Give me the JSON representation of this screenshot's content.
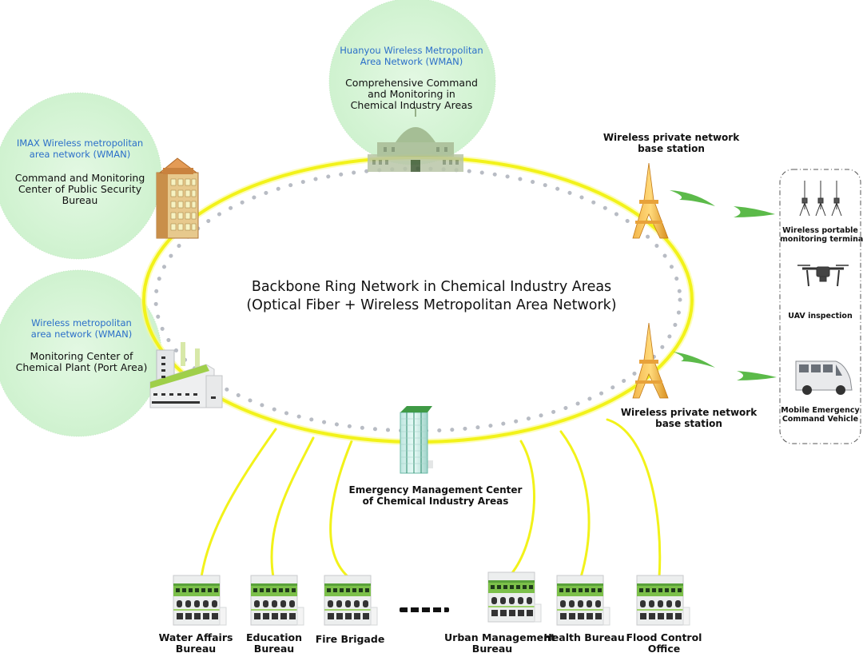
{
  "diagram": {
    "title_line1": "Backbone Ring Network in Chemical Industry Areas",
    "title_line2": "(Optical Fiber + Wireless Metropolitan Area Network)",
    "colors": {
      "ring": "#f5f51e",
      "ring_dots": "#b8bcc4",
      "zone_fill": "#d8f5d8",
      "network_label": "#2b6fc9",
      "signal": "#3fae2a"
    },
    "zones": [
      {
        "id": "huanyou",
        "network_line1": "Huanyou Wireless Metropolitan",
        "network_line2": "Area Network (WMAN)",
        "center_line1": "Comprehensive Command",
        "center_line2": "and Monitoring in",
        "center_line3": "Chemical Industry Areas",
        "icon": "government-building-icon"
      },
      {
        "id": "imax",
        "network_line1": "IMAX Wireless metropolitan",
        "network_line2": "area network (WMAN)",
        "center_line1": "Command and Monitoring",
        "center_line2": "Center of Public Security",
        "center_line3": "Bureau",
        "icon": "office-tower-icon"
      },
      {
        "id": "port",
        "network_line1": "Wireless metropolitan",
        "network_line2": "area network (WMAN)",
        "center_line1": "Monitoring Center of",
        "center_line2": "Chemical Plant (Port Area)",
        "icon": "factory-icon"
      }
    ],
    "base_stations": [
      {
        "line1": "Wireless private network",
        "line2": "base station",
        "icon": "tower-icon"
      },
      {
        "line1": "Wireless private network",
        "line2": "base station",
        "icon": "tower-icon"
      }
    ],
    "emergency_center": {
      "line1": "Emergency Management Center",
      "line2": "of Chemical Industry Areas",
      "icon": "skyscraper-icon"
    },
    "mobile_units": [
      {
        "line1": "Wireless portable",
        "line2": "monitoring terminal",
        "icon": "tripod-terminal-icon"
      },
      {
        "line1": "UAV inspection",
        "line2": "",
        "icon": "drone-icon"
      },
      {
        "line1": "Mobile Emergency",
        "line2": "Command Vehicle",
        "icon": "van-icon"
      }
    ],
    "departments": [
      {
        "line1": "Water Affairs",
        "line2": "Bureau"
      },
      {
        "line1": "Education",
        "line2": "Bureau"
      },
      {
        "line1": "Fire Brigade",
        "line2": ""
      },
      {
        "line1": "Urban Management",
        "line2": "Bureau"
      },
      {
        "line1": "Health Bureau",
        "line2": ""
      },
      {
        "line1": "Flood Control",
        "line2": "Office"
      }
    ],
    "ellipsis": "------"
  }
}
